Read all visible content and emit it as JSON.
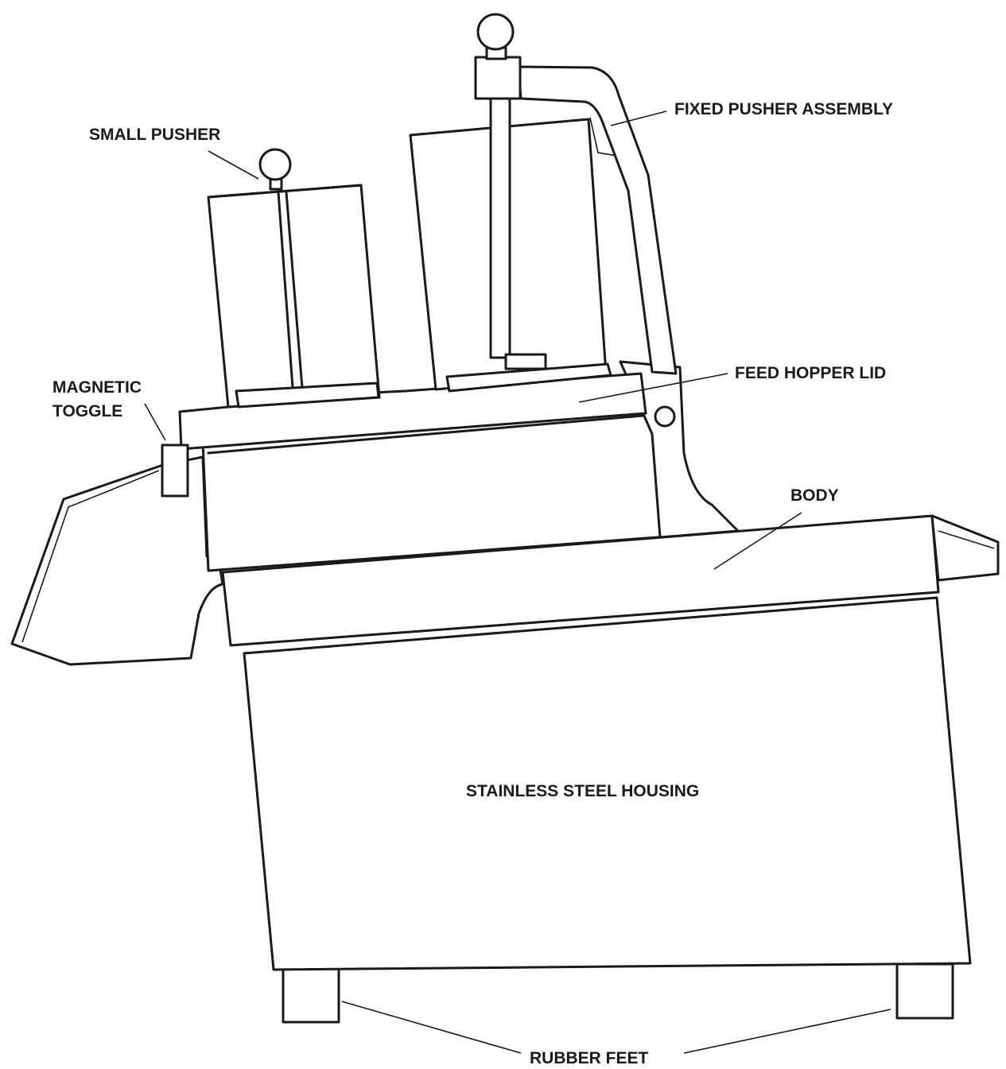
{
  "labels": {
    "small_pusher": "SMALL PUSHER",
    "fixed_pusher_assembly": "FIXED PUSHER ASSEMBLY",
    "magnetic_toggle_line1": "MAGNETIC",
    "magnetic_toggle_line2": "TOGGLE",
    "feed_hopper_lid": "FEED HOPPER LID",
    "body": "BODY",
    "stainless_steel_housing": "STAINLESS STEEL HOUSING",
    "rubber_feet": "RUBBER FEET"
  },
  "colors": {
    "line": "#1a1a1a",
    "background": "#ffffff"
  }
}
